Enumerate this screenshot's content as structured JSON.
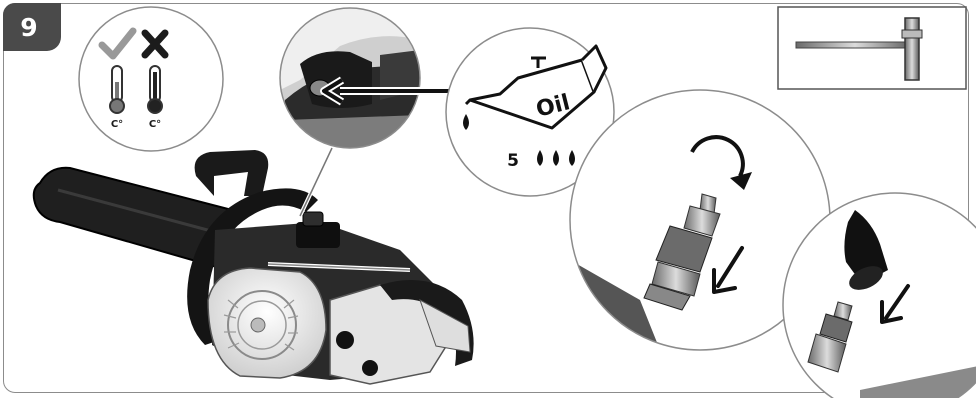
{
  "step": {
    "number": "9"
  },
  "temperature": {
    "ok_icon": "checkmark-icon",
    "not_ok_icon": "cross-icon",
    "thermometer_icon": "thermometer-icon",
    "unit_left": "C°",
    "unit_right": "C°"
  },
  "oil": {
    "can_label": "Oil",
    "drops_count": "5",
    "drop_icon": "oil-drop-icon"
  },
  "tool": {
    "icon": "spark-plug-wrench-icon"
  },
  "spark_plug": {
    "rotate_icon": "rotate-clockwise-icon",
    "insert_arrow_icon": "arrow-down-left-icon"
  },
  "colors": {
    "badge": "#4a4a4a",
    "frame": "#8c8c8c",
    "dark": "#1c1c1c",
    "grey": "#7a7a7a"
  }
}
